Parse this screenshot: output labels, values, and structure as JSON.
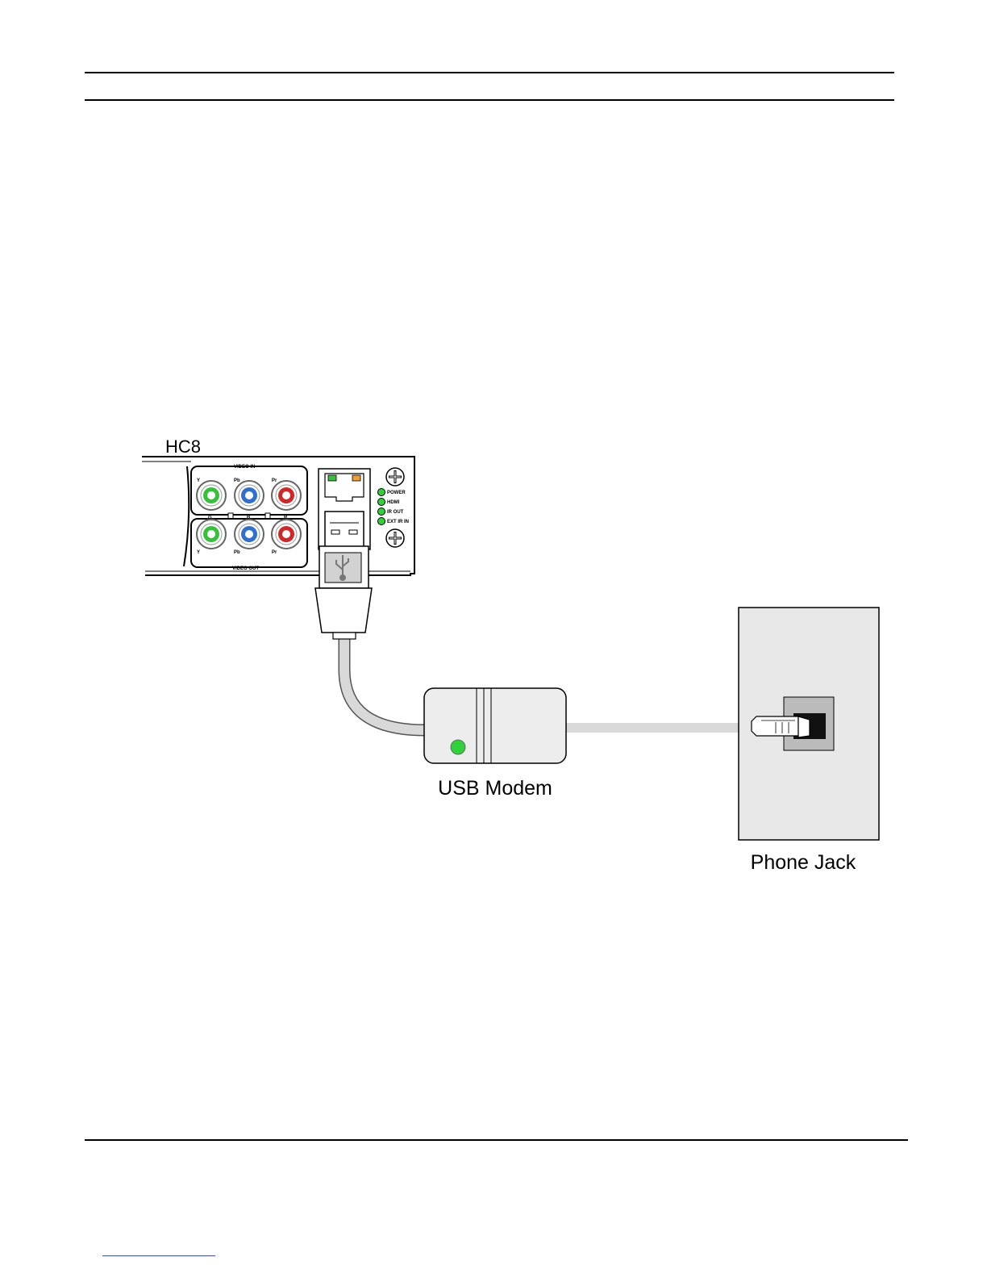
{
  "labels": {
    "device": "HC8",
    "modem": "USB Modem",
    "jack": "Phone Jack"
  },
  "panel": {
    "video_in": "VIDEO IN",
    "video_out": "VIDEO OUT",
    "y": "Y",
    "pb": "Pb",
    "pr": "Pr",
    "g": "G",
    "b": "B",
    "r": "R",
    "leds": [
      "POWER",
      "HDMI",
      "IR OUT",
      "EXT IR IN"
    ]
  },
  "colors": {
    "jack_green": "#35c23a",
    "jack_blue": "#2f6fd0",
    "jack_red": "#d02828",
    "led_green": "#2fd23a",
    "cable": "#d9d9d9",
    "modem_body": "#ededed",
    "wallplate": "#e8e8e8"
  }
}
